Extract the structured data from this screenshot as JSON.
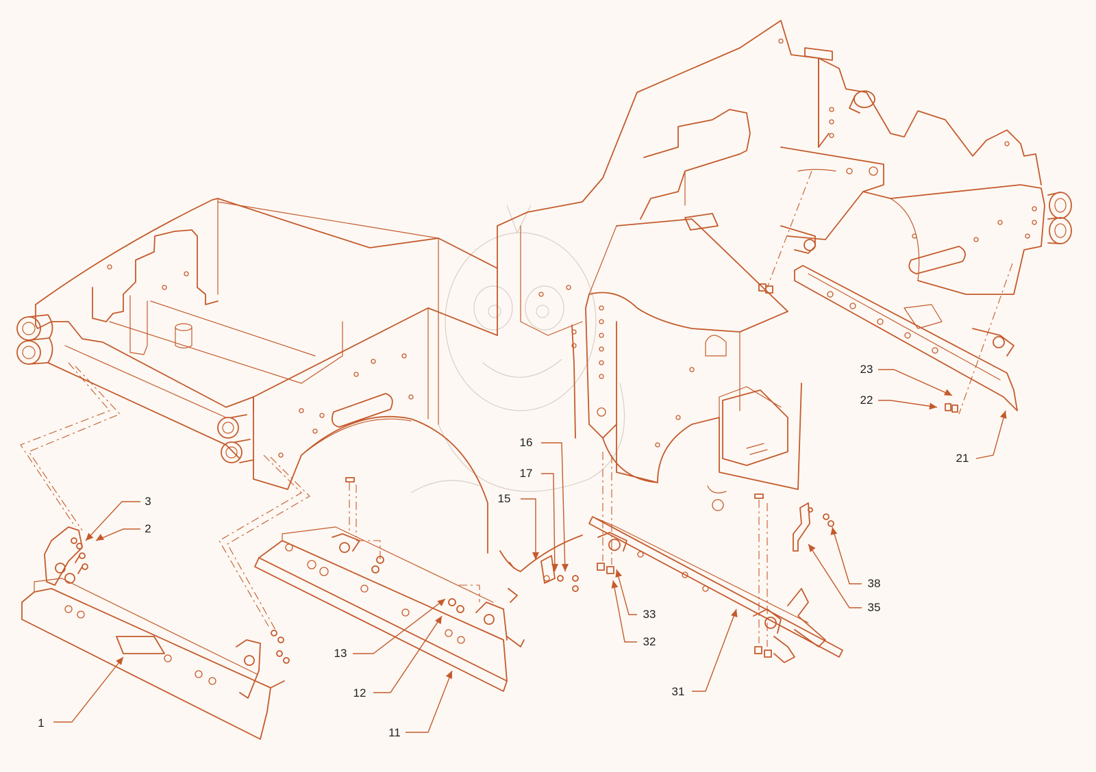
{
  "colors": {
    "background": "#fdf8f3",
    "line": "#c45a2c",
    "callout": "#c45a2c",
    "label_text": "#222222",
    "watermark": "#d9cfc6"
  },
  "callouts": [
    {
      "id": "1",
      "label": "1"
    },
    {
      "id": "2",
      "label": "2"
    },
    {
      "id": "3",
      "label": "3"
    },
    {
      "id": "11",
      "label": "11"
    },
    {
      "id": "12",
      "label": "12"
    },
    {
      "id": "13",
      "label": "13"
    },
    {
      "id": "15",
      "label": "15"
    },
    {
      "id": "16",
      "label": "16"
    },
    {
      "id": "17",
      "label": "17"
    },
    {
      "id": "21",
      "label": "21"
    },
    {
      "id": "22",
      "label": "22"
    },
    {
      "id": "23",
      "label": "23"
    },
    {
      "id": "31",
      "label": "31"
    },
    {
      "id": "32",
      "label": "32"
    },
    {
      "id": "33",
      "label": "33"
    },
    {
      "id": "35",
      "label": "35"
    },
    {
      "id": "38",
      "label": "38"
    }
  ]
}
